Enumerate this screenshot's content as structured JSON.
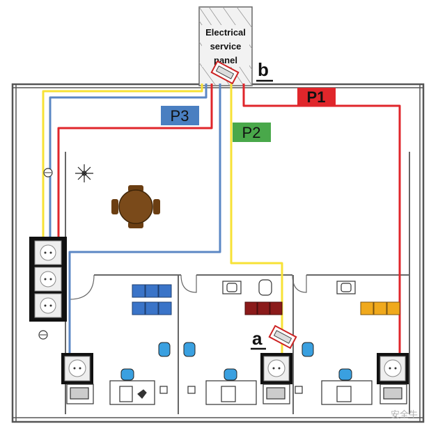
{
  "panel": {
    "line1": "Electrical",
    "line2": "service",
    "line3": "panel"
  },
  "points": {
    "b": "b",
    "a": "a"
  },
  "circuits": [
    {
      "label": "P1",
      "color": "#e0262b"
    },
    {
      "label": "P2",
      "color": "#49a84a"
    },
    {
      "label": "P3",
      "color": "#4a7fc1"
    }
  ],
  "wire_colors": {
    "yellow": "#f7e236",
    "blue": "#5b87c4",
    "red": "#e0262b"
  },
  "furniture_colors": {
    "desk_blue": "#3a74c8",
    "desk_red": "#8b1a1a",
    "desk_yellow": "#f0a91c",
    "chair_cyan": "#3aa0e0",
    "table_brown": "#7a4a1a"
  },
  "watermark": "安全牛"
}
